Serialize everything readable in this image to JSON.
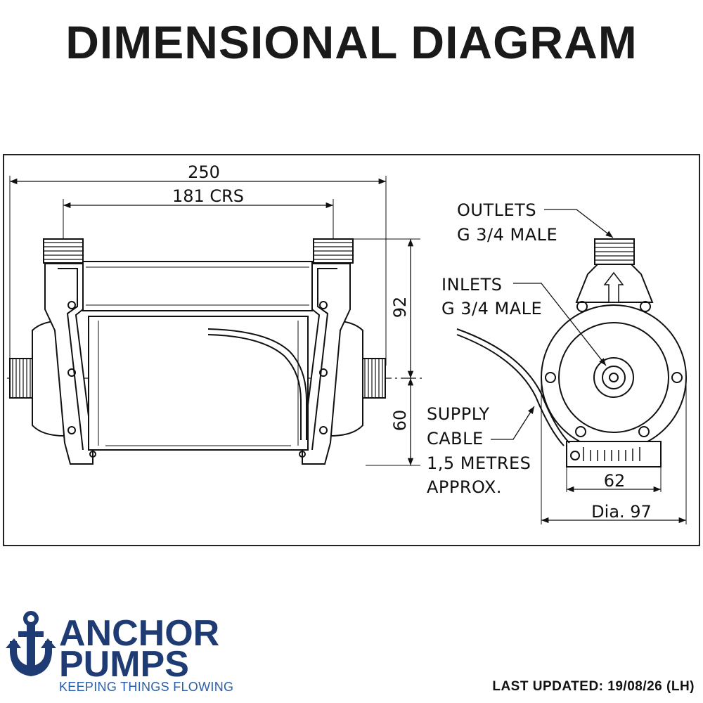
{
  "title": "DIMENSIONAL DIAGRAM",
  "dimensions": {
    "overall_length": "250",
    "centres": "181 CRS",
    "height_upper": "92",
    "height_lower": "60",
    "base_width": "62",
    "diameter": "Dia. 97"
  },
  "callouts": {
    "outlets": [
      "OUTLETS",
      "G 3/4 MALE"
    ],
    "inlets": [
      "INLETS",
      "G 3/4 MALE"
    ],
    "supply_cable": [
      "SUPPLY",
      "CABLE",
      "1,5 METRES",
      "APPROX."
    ]
  },
  "brand": {
    "line1": "ANCHOR",
    "line2": "PUMPS",
    "tagline": "KEEPING THINGS FLOWING",
    "color": "#1f3b73",
    "accent": "#2a5fa8",
    "icon": "anchor-icon"
  },
  "footer": {
    "last_updated": "LAST UPDATED: 19/08/26 (LH)"
  }
}
